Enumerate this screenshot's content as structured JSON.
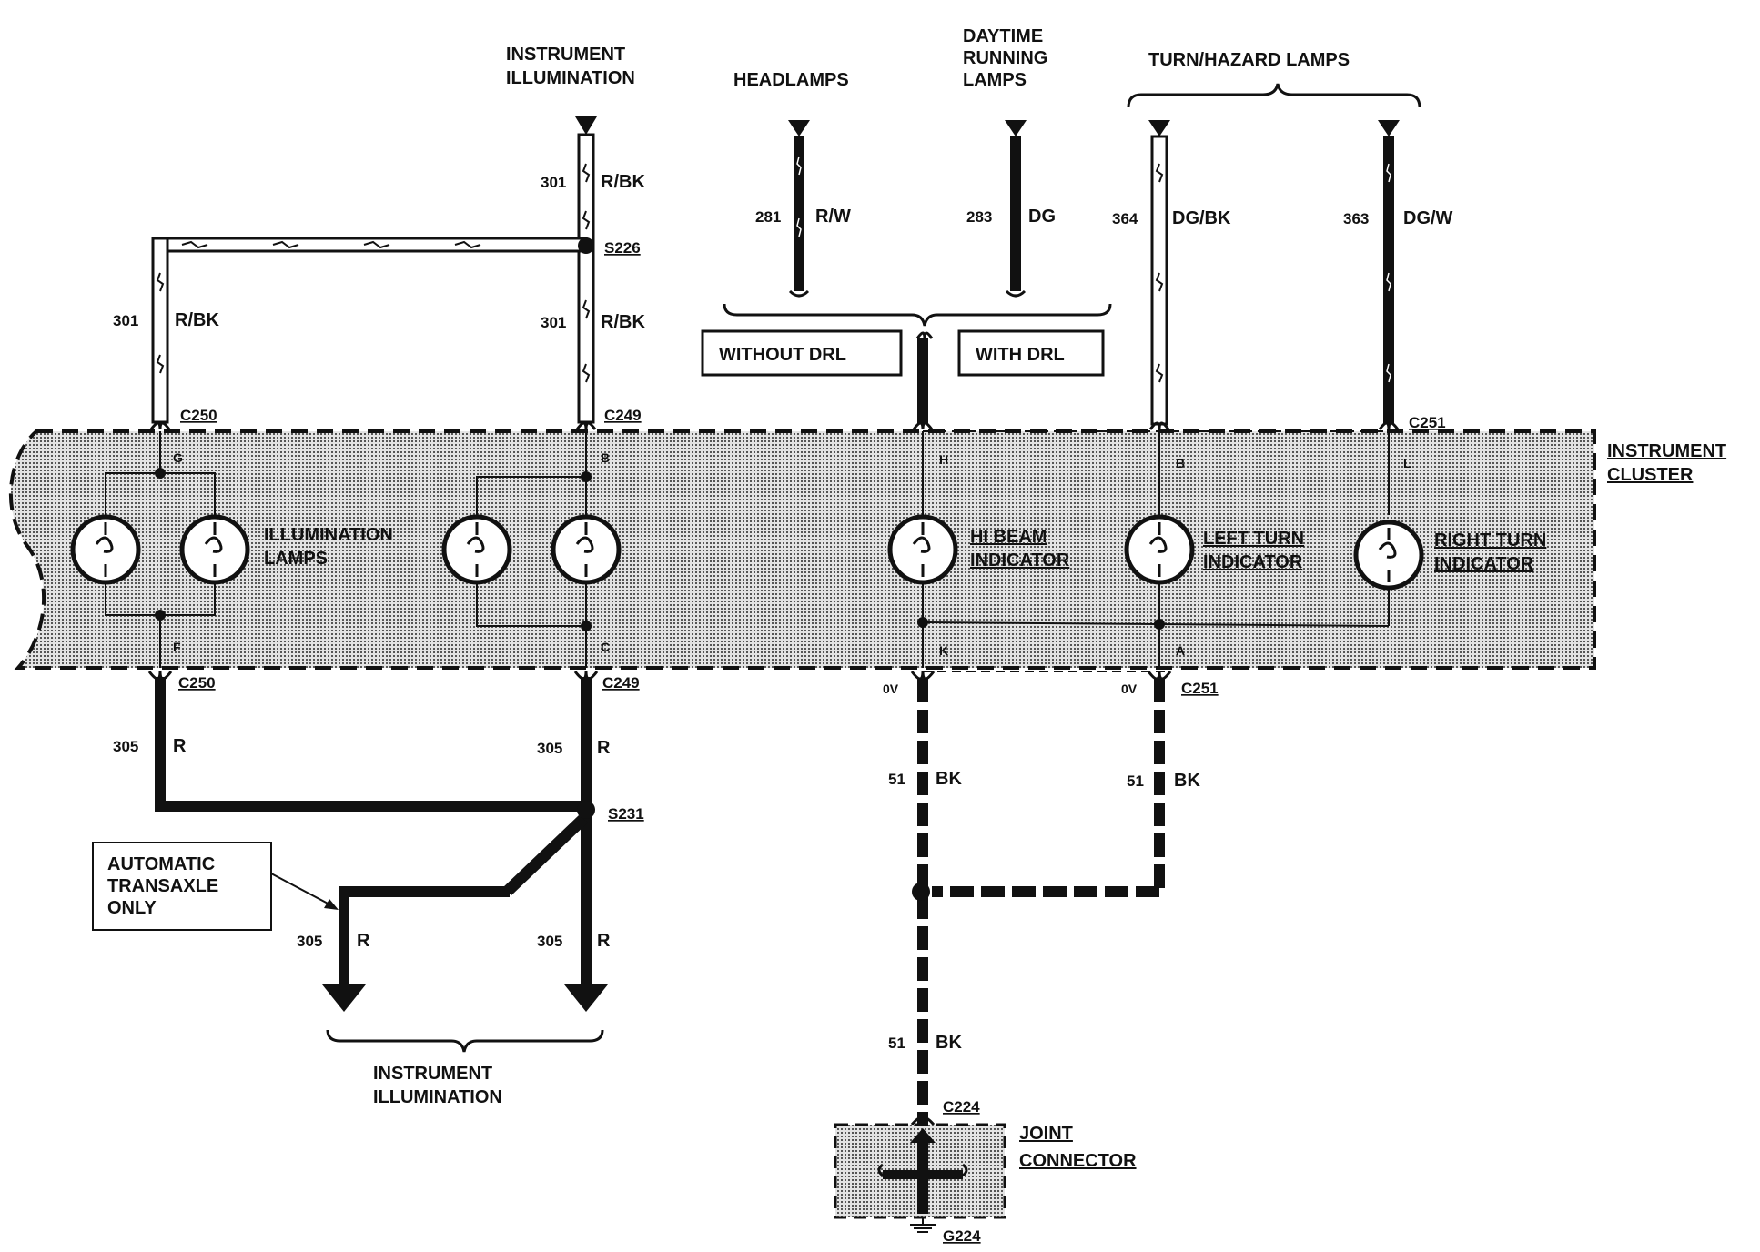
{
  "groups": {
    "instrument_illumination_top": [
      "INSTRUMENT",
      "ILLUMINATION"
    ],
    "headlamps": "HEADLAMPS",
    "drl": [
      "DAYTIME",
      "RUNNING",
      "LAMPS"
    ],
    "turn_hazard": "TURN/HAZARD LAMPS",
    "instrument_illumination_bottom": [
      "INSTRUMENT",
      "ILLUMINATION"
    ]
  },
  "cluster": {
    "name": [
      "INSTRUMENT",
      "CLUSTER"
    ]
  },
  "boxes": {
    "without_drl": "WITHOUT DRL",
    "with_drl": "WITH DRL"
  },
  "note": [
    "AUTOMATIC",
    "TRANSAXLE",
    "ONLY"
  ],
  "wires": {
    "w301_top": {
      "circuit": "301",
      "color": "R/BK"
    },
    "w301_mid": {
      "circuit": "301",
      "color": "R/BK"
    },
    "w301_left": {
      "circuit": "301",
      "color": "R/BK"
    },
    "w281": {
      "circuit": "281",
      "color": "R/W"
    },
    "w283": {
      "circuit": "283",
      "color": "DG"
    },
    "w364": {
      "circuit": "364",
      "color": "DG/BK"
    },
    "w363": {
      "circuit": "363",
      "color": "DG/W"
    },
    "w305_left": {
      "circuit": "305",
      "color": "R"
    },
    "w305_mid": {
      "circuit": "305",
      "color": "R"
    },
    "w305_auto": {
      "circuit": "305",
      "color": "R"
    },
    "w305_low": {
      "circuit": "305",
      "color": "R"
    },
    "w51_left": {
      "circuit": "51",
      "color": "BK"
    },
    "w51_right": {
      "circuit": "51",
      "color": "BK"
    },
    "w51_low": {
      "circuit": "51",
      "color": "BK"
    }
  },
  "connectors": {
    "c250_top": "C250",
    "c249_top": "C249",
    "c251_top": "C251",
    "c250_bot": "C250",
    "c249_bot": "C249",
    "c251_bot": "C251",
    "c224": "C224"
  },
  "splices": {
    "s226": "S226",
    "s231": "S231"
  },
  "grounds": {
    "g224": "G224"
  },
  "joint_connector": [
    "JOINT",
    "CONNECTOR"
  ],
  "lamps": {
    "illumination": [
      "ILLUMINATION",
      "LAMPS"
    ],
    "hi_beam": [
      "HI BEAM",
      "INDICATOR"
    ],
    "left_turn": [
      "LEFT TURN",
      "INDICATOR"
    ],
    "right_turn": [
      "RIGHT TURN",
      "INDICATOR"
    ]
  },
  "pins": {
    "g": "G",
    "f": "F",
    "b1": "B",
    "c": "C",
    "h": "H",
    "k": "K",
    "b2": "B",
    "a": "A",
    "l": "L"
  },
  "voltages": {
    "ov_left": "0V",
    "ov_right": "0V"
  }
}
